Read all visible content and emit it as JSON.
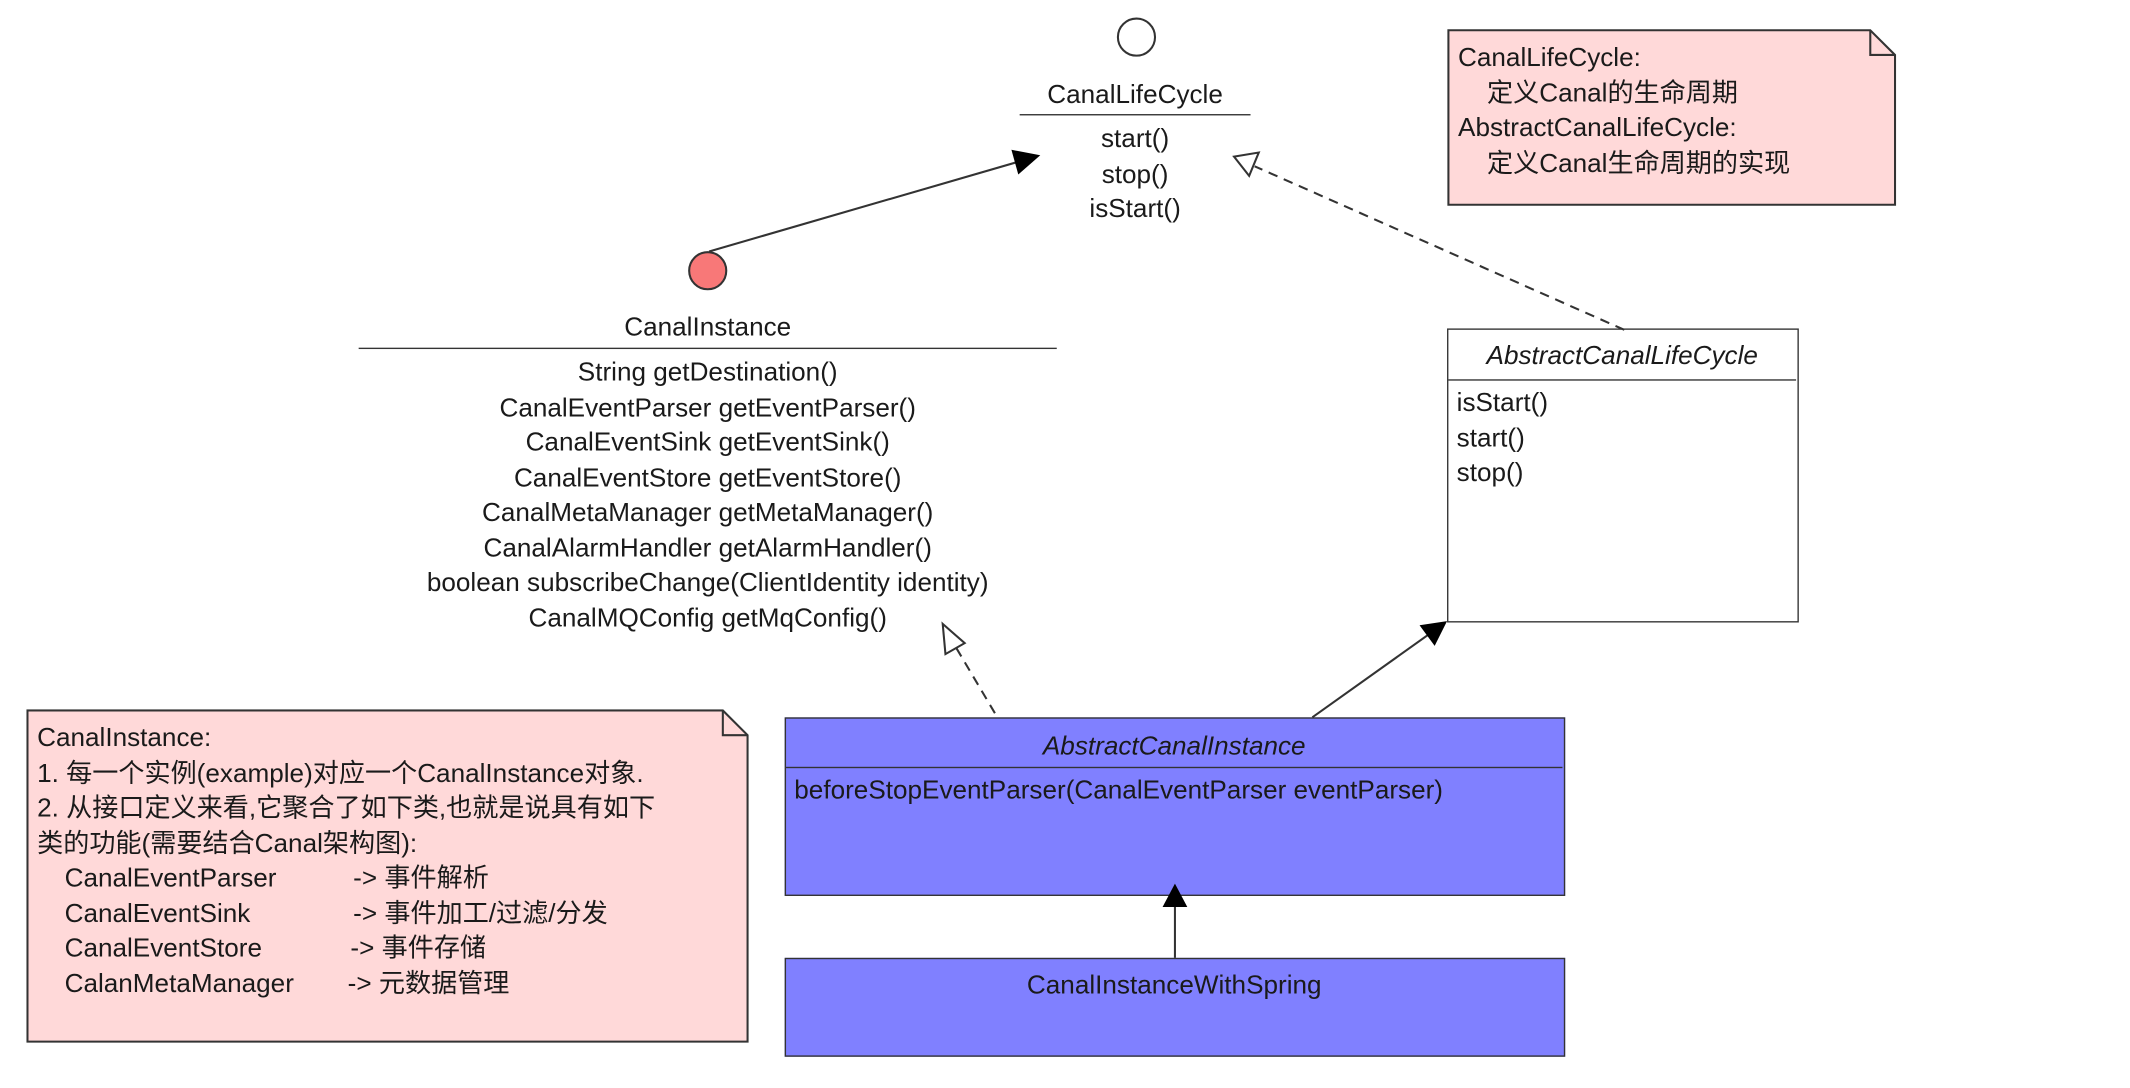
{
  "canal_life_cycle": {
    "name": "CanalLifeCycle",
    "methods": [
      "start()",
      "stop()",
      "isStart()"
    ]
  },
  "canal_instance": {
    "name": "CanalInstance",
    "methods": [
      "String getDestination()",
      "CanalEventParser getEventParser()",
      "CanalEventSink getEventSink()",
      "CanalEventStore getEventStore()",
      "CanalMetaManager getMetaManager()",
      "CanalAlarmHandler getAlarmHandler()",
      "boolean subscribeChange(ClientIdentity identity)",
      "CanalMQConfig getMqConfig()"
    ]
  },
  "abstract_canal_life_cycle": {
    "name": "AbstractCanalLifeCycle",
    "methods": [
      "isStart()",
      "start()",
      "stop()"
    ]
  },
  "abstract_canal_instance": {
    "name": "AbstractCanalInstance",
    "methods": [
      "beforeStopEventParser(CanalEventParser eventParser)"
    ]
  },
  "canal_instance_with_spring": {
    "name": "CanalInstanceWithSpring"
  },
  "note_lifecycle": {
    "lines": [
      "CanalLifeCycle:",
      "    定义Canal的生命周期",
      "AbstractCanalLifeCycle:",
      "    定义Canal生命周期的实现"
    ]
  },
  "note_instance": {
    "lines": [
      "CanalInstance:",
      "1. 每一个实例(example)对应一个CanalInstance对象.",
      "2. 从接口定义来看,它聚合了如下类,也就是说具有如下",
      "类的功能(需要结合Canal架构图):"
    ],
    "components": [
      {
        "name": "CanalEventParser",
        "arrow": "-> 事件解析"
      },
      {
        "name": "CanalEventSink",
        "arrow": "-> 事件加工/过滤/分发"
      },
      {
        "name": "CanalEventStore",
        "arrow": "-> 事件存储"
      },
      {
        "name": "CalanMetaManager",
        "arrow": "-> 元数据管理"
      }
    ]
  },
  "colors": {
    "note_fill": "#ffd9d9",
    "class_fill_blue": "#8080ff",
    "interface_circle_red": "#f87878",
    "border": "#333333"
  }
}
